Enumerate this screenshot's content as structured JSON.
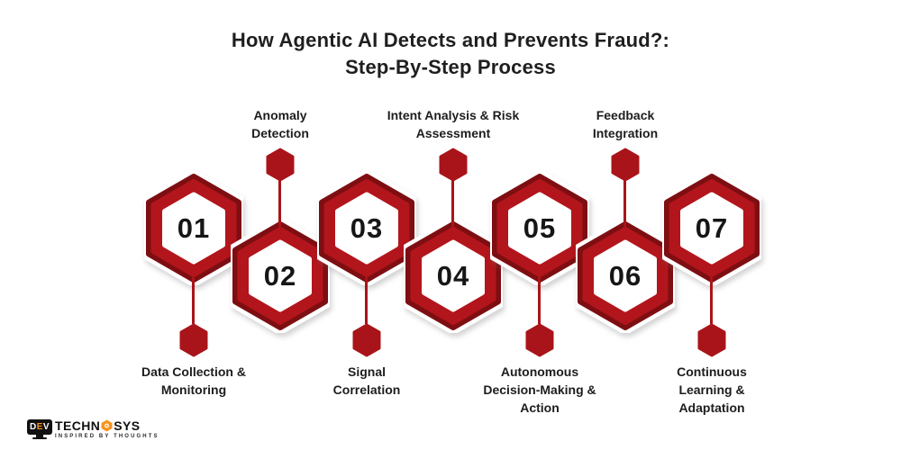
{
  "title": {
    "line1": "How Agentic AI Detects and Prevents Fraud?:",
    "line2": "Step-By-Step Process"
  },
  "steps": [
    {
      "number": "01",
      "label": "Data Collection &\nMonitoring",
      "label_position": "below"
    },
    {
      "number": "02",
      "label": "Anomaly\nDetection",
      "label_position": "above"
    },
    {
      "number": "03",
      "label": "Signal\nCorrelation",
      "label_position": "below"
    },
    {
      "number": "04",
      "label": "Intent Analysis & Risk\nAssessment",
      "label_position": "above"
    },
    {
      "number": "05",
      "label": "Autonomous\nDecision-Making &\nAction",
      "label_position": "below"
    },
    {
      "number": "06",
      "label": "Feedback\nIntegration",
      "label_position": "above"
    },
    {
      "number": "07",
      "label": "Continuous\nLearning &\nAdaptation",
      "label_position": "below"
    }
  ],
  "logo": {
    "monitor_text_d": "D",
    "monitor_text_e": "E",
    "monitor_text_v": "V",
    "brand_prefix": "TECHN",
    "brand_suffix": "SYS",
    "tagline": "INSPIRED BY THOUGHTS"
  },
  "colors": {
    "hex_red": "#B2151B",
    "hex_dark": "#7D0E12",
    "connector_red": "#A9141A",
    "text_dark": "#1D1D1D",
    "logo_orange": "#F7941E"
  }
}
